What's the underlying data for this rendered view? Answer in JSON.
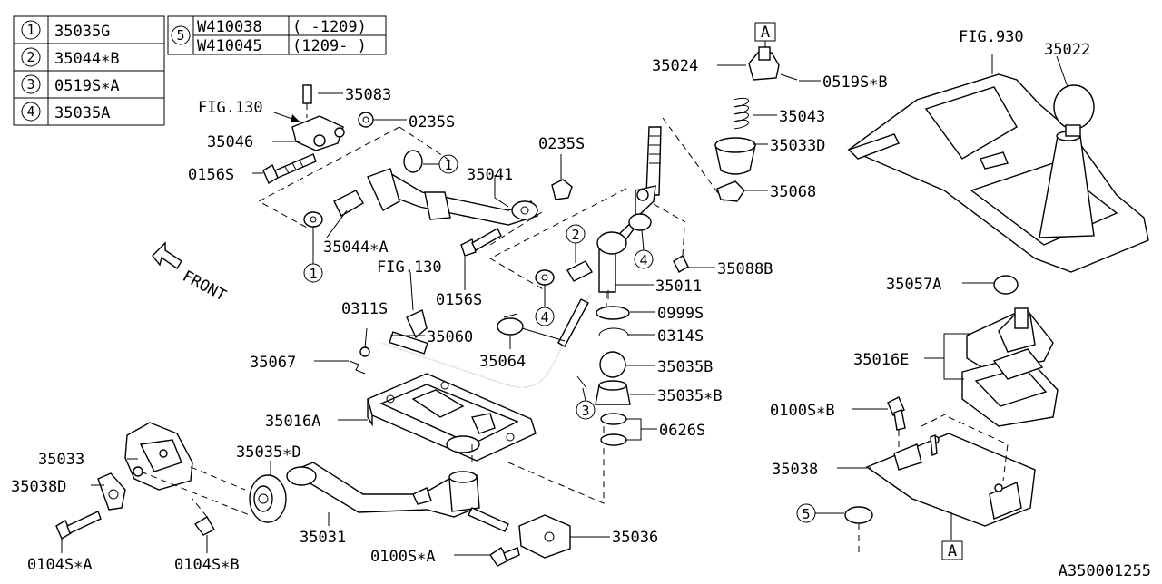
{
  "legend_left": [
    {
      "num": "1",
      "part": "35035G"
    },
    {
      "num": "2",
      "part": "35044∗B"
    },
    {
      "num": "3",
      "part": "0519S∗A"
    },
    {
      "num": "4",
      "part": "35035A"
    }
  ],
  "legend_right": {
    "num": "5",
    "rows": [
      {
        "part": "W410038",
        "range": "( -1209)"
      },
      {
        "part": "W410045",
        "range": "(1209- )"
      }
    ]
  },
  "direction": "FRONT",
  "callout_ref": "A",
  "labels": {
    "l35083": "35083",
    "lfig130a": "FIG.130",
    "l0235s_a": "0235S",
    "l35046": "35046",
    "l0156s_a": "0156S",
    "l35041": "35041",
    "l0235s_b": "0235S",
    "l35044a": "35044∗A",
    "lfig130b": "FIG.130",
    "l0311s": "0311S",
    "l35060": "35060",
    "l35067": "35067",
    "l0156s_b": "0156S",
    "l35064": "35064",
    "l35016a": "35016A",
    "l35033": "35033",
    "l35035d": "35035∗D",
    "l35038d": "35038D",
    "l0104sa": "0104S∗A",
    "l0104sb": "0104S∗B",
    "l35031": "35031",
    "l0100sa": "0100S∗A",
    "l35036": "35036",
    "l35024": "35024",
    "l0519sb": "0519S∗B",
    "l35043": "35043",
    "l35033d": "35033D",
    "l35068": "35068",
    "l35088b": "35088B",
    "l35011": "35011",
    "l0999s": "0999S",
    "l0314s": "0314S",
    "l35035b": "35035B",
    "l35035sb": "35035∗B",
    "l0626s": "0626S",
    "lfig930": "FIG.930",
    "l35022": "35022",
    "l35057a": "35057A",
    "l35016e": "35016E",
    "l0100sb": "0100S∗B",
    "l35038": "35038"
  },
  "circle_refs": {
    "c1a": "1",
    "c1b": "1",
    "c2": "2",
    "c3": "3",
    "c4a": "4",
    "c4b": "4",
    "c5": "5"
  },
  "drawing_number": "A350001255"
}
